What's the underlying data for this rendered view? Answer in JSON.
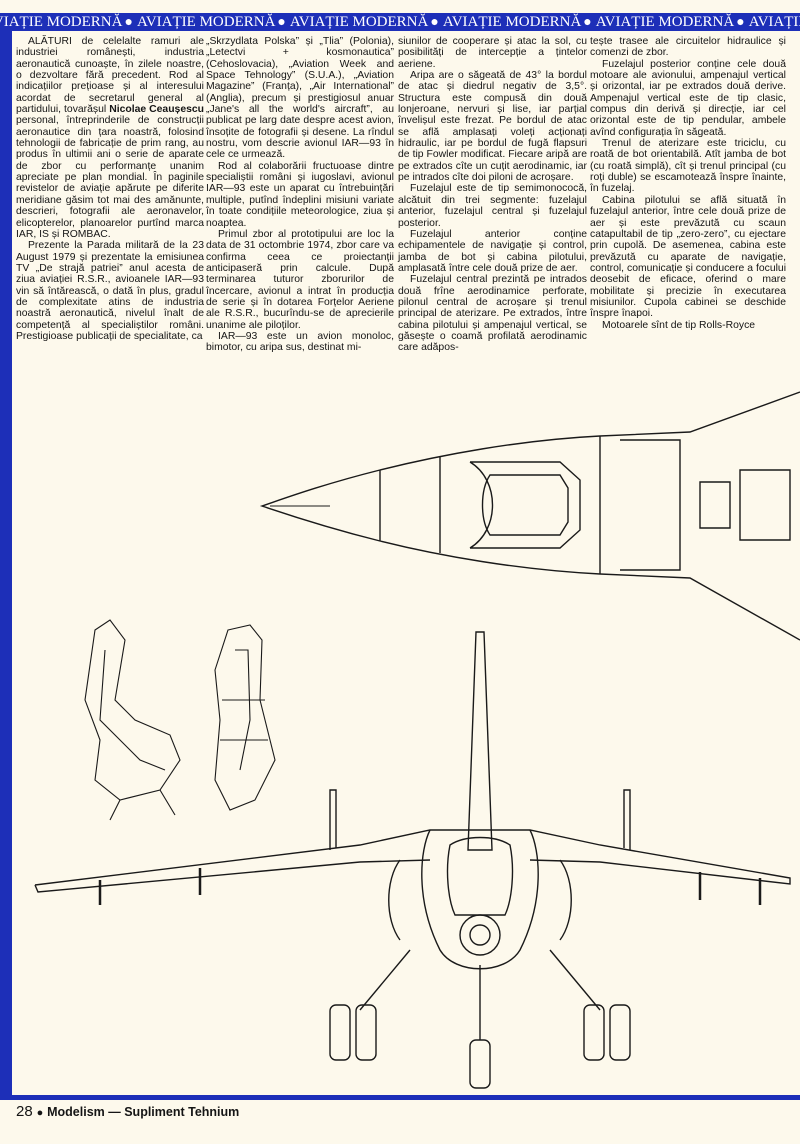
{
  "header": {
    "band_text": "AVIAȚIE MODERNĂ",
    "band_color": "#1d2fb8"
  },
  "columns": [
    {
      "paragraphs": [
        {
          "pre": "ALĂTURI de celelalte ramuri ale industriei românești, industria aeronautică cunoaște, în zilele noastre, o dezvoltare fără precedent. Rod al indicațiilor prețioase și al interesului acordat de secretarul general al partidului, tovarășul ",
          "bold": "Nicolae Ceaușescu",
          "post": " personal, întreprinderile de construcții aeronautice din țara noastră, folosind tehnologii de fabricație de prim rang, au produs în ultimii ani o serie de aparate de zbor cu performanțe unanim apreciate pe plan mondial. În paginile revistelor de aviație apărute pe diferite meridiane găsim tot mai des amănunte, descrieri, fotografii ale aeronavelor, elicopterelor, planoarelor purtînd marca IAR, IS și ROMBAC."
        },
        {
          "text": "Prezente la Parada militară de la 23 August 1979 și prezentate la emisiunea TV „De strajă patriei” anul acesta de ziua aviației R.S.R., avioanele IAR—93 vin să întărească, o dată în plus, gradul de complexitate atins de industria noastră aeronautică, nivelul înalt de competență al specialiștilor români. Prestigioase publicații de specialitate, ca"
        }
      ]
    },
    {
      "paragraphs": [
        {
          "text": "„Skrzydlata Polska” și „Tlia” (Polonia), „Letectvi + kosmonautica” (Cehoslovacia), „Aviation Week and Space Tehnology” (S.U.A.), „Aviation Magazine” (Franța), „Air International” (Anglia), precum și prestigiosul anuar „Jane's all the world's aircraft”, au publicat pe larg date despre acest avion, însoțite de fotografii și desene. La rîndul nostru, vom descrie avionul IAR—93 în cele ce urmează.",
          "noindent": true
        },
        {
          "text": "Rod al colaborării fructuoase dintre specialiștii români și iugoslavi, avionul IAR—93 este un aparat cu întrebuințări multiple, putînd îndeplini misiuni variate în toate condițiile meteorologice, ziua și noaptea."
        },
        {
          "text": "Primul zbor al prototipului are loc la data de 31 octombrie 1974, zbor care va confirma ceea ce proiectanții anticipaseră prin calcule. După terminarea tuturor zborurilor de încercare, avionul a intrat în producția de serie și în dotarea Forțelor Aeriene ale R.S.R., bucurîndu-se de aprecierile unanime ale piloților."
        },
        {
          "text": "IAR—93 este un avion monoloc, bimotor, cu aripa sus, destinat mi-"
        }
      ]
    },
    {
      "paragraphs": [
        {
          "text": "siunilor de cooperare și atac la sol, cu posibilități de intercepție a țintelor aeriene.",
          "noindent": true
        },
        {
          "text": "Aripa are o săgeată de 43° la bordul de atac și diedrul negativ de 3,5°. Structura este compusă din două lonjeroane, nervuri și lise, iar parțial învelișul este frezat. Pe bordul de atac se află amplasați voleți acționați hidraulic, iar pe bordul de fugă flapsuri de tip Fowler modificat. Fiecare aripă are pe extrados cîte un cuțit aerodinamic, iar pe intrados cîte doi piloni de acroșare."
        },
        {
          "text": "Fuzelajul este de tip semimonococă, alcătuit din trei segmente: fuzelajul anterior, fuzelajul central și fuzelajul posterior."
        },
        {
          "text": "Fuzelajul anterior conține echipamentele de navigație și control, jamba de bot și cabina pilotului, amplasată între cele două prize de aer."
        },
        {
          "text": "Fuzelajul central prezintă pe intrados două frîne aerodinamice perforate, pilonul central de acroșare și trenul principal de aterizare. Pe extrados, între cabina pilotului și ampenajul vertical, se găsește o coamă profilată aerodinamic care adăpos-"
        }
      ]
    },
    {
      "paragraphs": [
        {
          "text": "tește trasee ale circuitelor hidraulice și comenzi de zbor.",
          "noindent": true
        },
        {
          "text": "Fuzelajul posterior conține cele două motoare ale avionului, ampenajul vertical și orizontal, iar pe extrados două derive. Ampenajul vertical este de tip clasic, compus din derivă și direcție, iar cel orizontal este de tip pendular, ambele avînd configurația în săgeată."
        },
        {
          "text": "Trenul de aterizare este triciclu, cu roată de bot orientabilă. Atît jamba de bot (cu roată simplă), cît și trenul principal (cu roți duble) se escamotează înspre înainte, în fuzelaj."
        },
        {
          "text": "Cabina pilotului se află situată în fuzelajul anterior, între cele două prize de aer și este prevăzută cu scaun catapultabil de tip „zero-zero”, cu ejectare prin cupolă. De asemenea, cabina este prevăzută cu aparate de navigație, control, comunicație și conducere a focului deosebit de eficace, oferind o mare mobilitate și precizie în executarea misiunilor. Cupola cabinei se deschide înspre înapoi."
        },
        {
          "text": "Motoarele sînt de tip Rolls-Royce"
        }
      ]
    }
  ],
  "footer": {
    "page_number": "28",
    "bullet": "●",
    "publication": "Modelism — Supliment Tehnium"
  }
}
